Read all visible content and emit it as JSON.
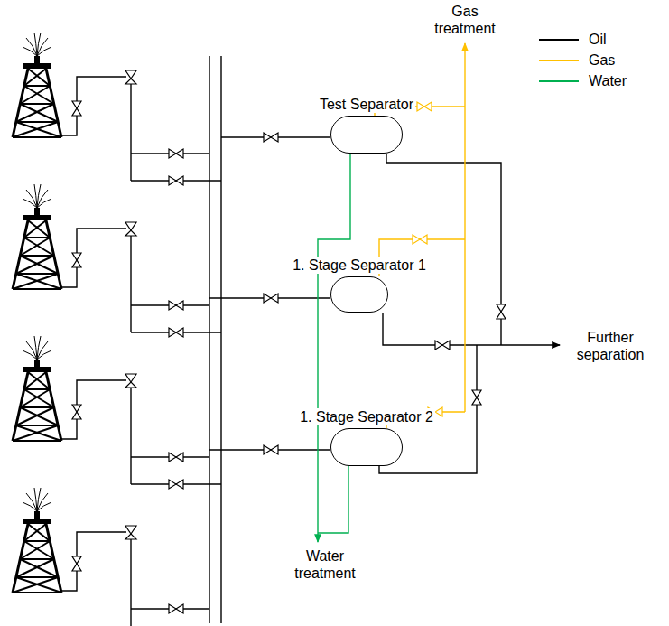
{
  "diagram": {
    "nodes": [
      {
        "text": [
          "Test Separator"
        ]
      },
      {
        "text": [
          "1. Stage Separator 1"
        ]
      },
      {
        "text": [
          "1. Stage Separator 2"
        ]
      }
    ],
    "labels": [
      "Gas treatment",
      "Further separation",
      "Water treatment"
    ],
    "legend": [
      {
        "text": "Oil"
      },
      {
        "text": "Gas"
      },
      {
        "text": "Water"
      }
    ]
  }
}
